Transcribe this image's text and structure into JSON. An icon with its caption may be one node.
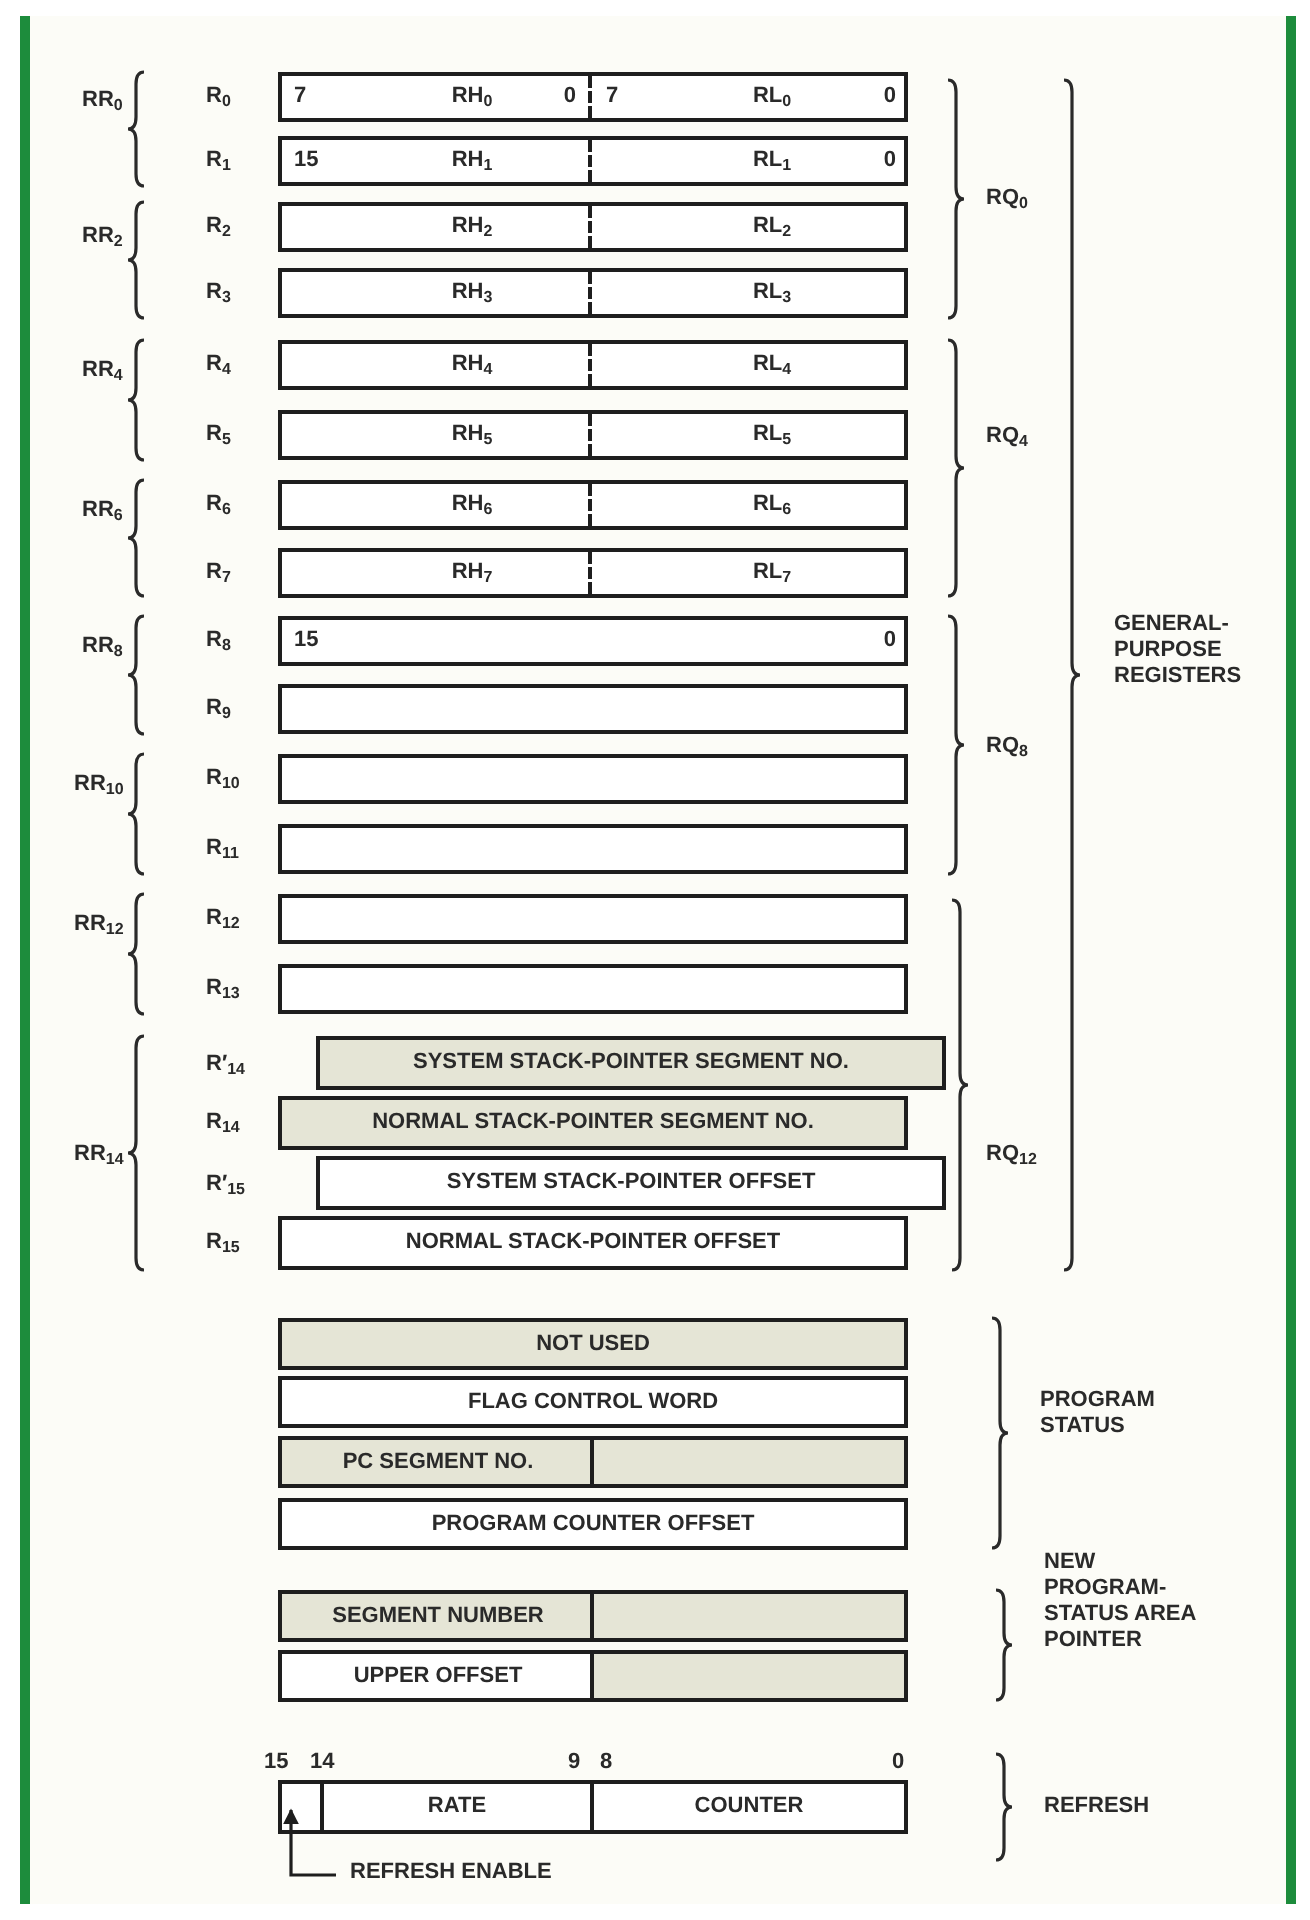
{
  "diagram": {
    "nodes": [
      {
        "text": [
          "7",
          "RH$_{0}$",
          "0",
          "7",
          "RL$_{0}$",
          "0"
        ],
        "beside": [
          "R$_{0}$"
        ]
      },
      {
        "text": [
          "15",
          "RH$_{1}$",
          "RL$_{1}$",
          "0"
        ],
        "beside": [
          "R$_{1}$"
        ]
      },
      {
        "text": [
          "RH$_{2}$",
          "RL$_{2}$"
        ],
        "beside": [
          "R$_{2}$"
        ]
      },
      {
        "text": [
          "RH$_{3}$",
          "RL$_{3}$"
        ],
        "beside": [
          "R$_{3}$"
        ]
      },
      {
        "text": [
          "RH$_{4}$",
          "RL$_{4}$"
        ],
        "beside": [
          "R$_{4}$"
        ]
      },
      {
        "text": [
          "RH$_{5}$",
          "RL$_{5}$"
        ],
        "beside": [
          "R$_{5}$"
        ]
      },
      {
        "text": [
          "RH$_{6}$",
          "RL$_{6}$"
        ],
        "beside": [
          "R$_{6}$"
        ]
      },
      {
        "text": [
          "RH$_{7}$",
          "RL$_{7}$"
        ],
        "beside": [
          "R$_{7}$"
        ]
      },
      {
        "text": [
          "15",
          "0"
        ],
        "beside": [
          "R$_{8}$"
        ]
      },
      {
        "text": [],
        "shape": "box",
        "beside": [
          "R$_{9}$"
        ]
      },
      {
        "text": [],
        "shape": "box",
        "beside": [
          "R$_{10}$"
        ]
      },
      {
        "text": [],
        "shape": "box",
        "beside": [
          "R$_{11}$"
        ]
      },
      {
        "text": [],
        "shape": "box",
        "beside": [
          "R$_{12}$"
        ]
      },
      {
        "text": [],
        "shape": "box",
        "beside": [
          "R$_{13}$"
        ]
      },
      {
        "text": [
          "SYSTEM STACK-POINTER SEGMENT NO."
        ]
      },
      {
        "text": [
          "NORMAL STACK-POINTER SEGMENT NO."
        ],
        "beside": [
          "R$_{14}$"
        ]
      },
      {
        "text": [
          "SYSTEM STACK-POINTER OFFSET"
        ]
      },
      {
        "text": [
          "NORMAL STACK-POINTER OFFSET"
        ],
        "beside": [
          "R$_{15}$"
        ]
      },
      {
        "text": [
          "NOT USED"
        ]
      },
      {
        "text": [
          "FLAG CONTROL WORD"
        ]
      },
      {
        "text": [
          "PC SEGMENT NO."
        ]
      },
      {
        "text": [
          "PROGRAM COUNTER OFFSET"
        ]
      },
      {
        "text": [
          "SEGMENT NUMBER"
        ]
      },
      {
        "text": [
          "UPPER OFFSET"
        ]
      },
      {
        "text": [],
        "shape": "box"
      },
      {
        "text": [
          "RATE"
        ]
      },
      {
        "text": [
          "COUNTER"
        ]
      },
      {
        "text": [
          "REFRESH ENABLE"
        ]
      }
    ],
    "edges": [
      {
        "from": 27,
        "to": 24,
        "arrow": "to"
      }
    ],
    "labels": [
      "RR$_{0}$",
      "RQ$_{0}$",
      "RR$_{2}$",
      "RR$_{4}$",
      "RQ$_{4}$",
      "RR$_{6}$",
      "RR$_{8}$",
      "GENERAL-PURPOSE REGISTERS",
      "RQ$_{8}$",
      "RR$_{10}$",
      "RR$_{12}$",
      "R′$_{14}$",
      "RR$_{14}$",
      "RQ$_{12}$",
      "R′$_{15}$",
      "PROGRAM STATUS",
      "NEW PROGRAM-STATUS AREA POINTER",
      "15",
      "14",
      "9",
      "8",
      "0",
      "REFRESH"
    ]
  }
}
